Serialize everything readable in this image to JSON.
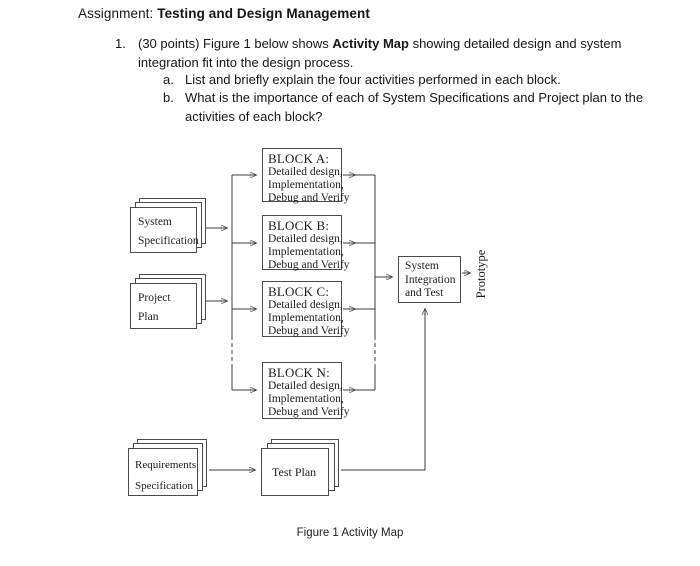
{
  "header": {
    "prefix": "Assignment: ",
    "title": "Testing and Design Management"
  },
  "question": {
    "number": "1.",
    "text_before": "(30 points) Figure 1 below shows ",
    "bold": "Activity Map",
    "text_after": " showing detailed design and system integration fit into the design process.",
    "sub_a_label": "a.",
    "sub_a_text": "List and briefly explain the four activities performed in each block.",
    "sub_b_label": "b.",
    "sub_b_text": "What is the importance of each of System Specifications and Project plan to the activities of each block?"
  },
  "diagram": {
    "blocks": [
      {
        "title": "BLOCK A:",
        "lines": [
          "Detailed design,",
          "Implementation,",
          "Debug and Verify"
        ]
      },
      {
        "title": "BLOCK B:",
        "lines": [
          "Detailed design,",
          "Implementation,",
          "Debug and Verify"
        ]
      },
      {
        "title": "BLOCK C:",
        "lines": [
          "Detailed design,",
          "Implementation,",
          "Debug and Verify"
        ]
      },
      {
        "title": "BLOCK N:",
        "lines": [
          "Detailed design,",
          "Implementation,",
          "Debug and Verify"
        ]
      }
    ],
    "system_specification": {
      "line1": "System",
      "line2": "Specification"
    },
    "project_plan": {
      "line1": "Project",
      "line2": "Plan"
    },
    "requirements_specification": {
      "line1": "Requirements",
      "line2": "Specification"
    },
    "test_plan": {
      "label": "Test Plan"
    },
    "system_integration": {
      "line1": "System",
      "line2": "Integration",
      "line3": "and Test"
    },
    "prototype_label": "Prototype",
    "caption": "Figure 1 Activity Map"
  },
  "colors": {
    "line": "#3d3d3d",
    "border": "#4a4a4a",
    "text": "#161616"
  }
}
